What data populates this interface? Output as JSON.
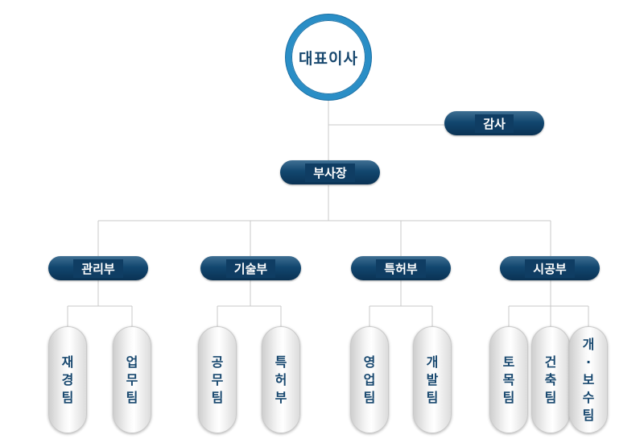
{
  "ceo": {
    "label": "대표이사"
  },
  "audit": {
    "label": "감사"
  },
  "vp": {
    "label": "부사장"
  },
  "departments": [
    {
      "label": "관리부",
      "teams": [
        "재경팀",
        "업무팀"
      ]
    },
    {
      "label": "기술부",
      "teams": [
        "공무팀",
        "특허부"
      ]
    },
    {
      "label": "특허부",
      "teams": [
        "영업팀",
        "개발팀"
      ]
    },
    {
      "label": "시공부",
      "teams": [
        "토목팀",
        "건축팀",
        "개·보수팀"
      ]
    }
  ],
  "colors": {
    "line": "#c8c8c8",
    "ring": "#2a8ec6",
    "pill": "#12476f",
    "text": "#17476e"
  }
}
